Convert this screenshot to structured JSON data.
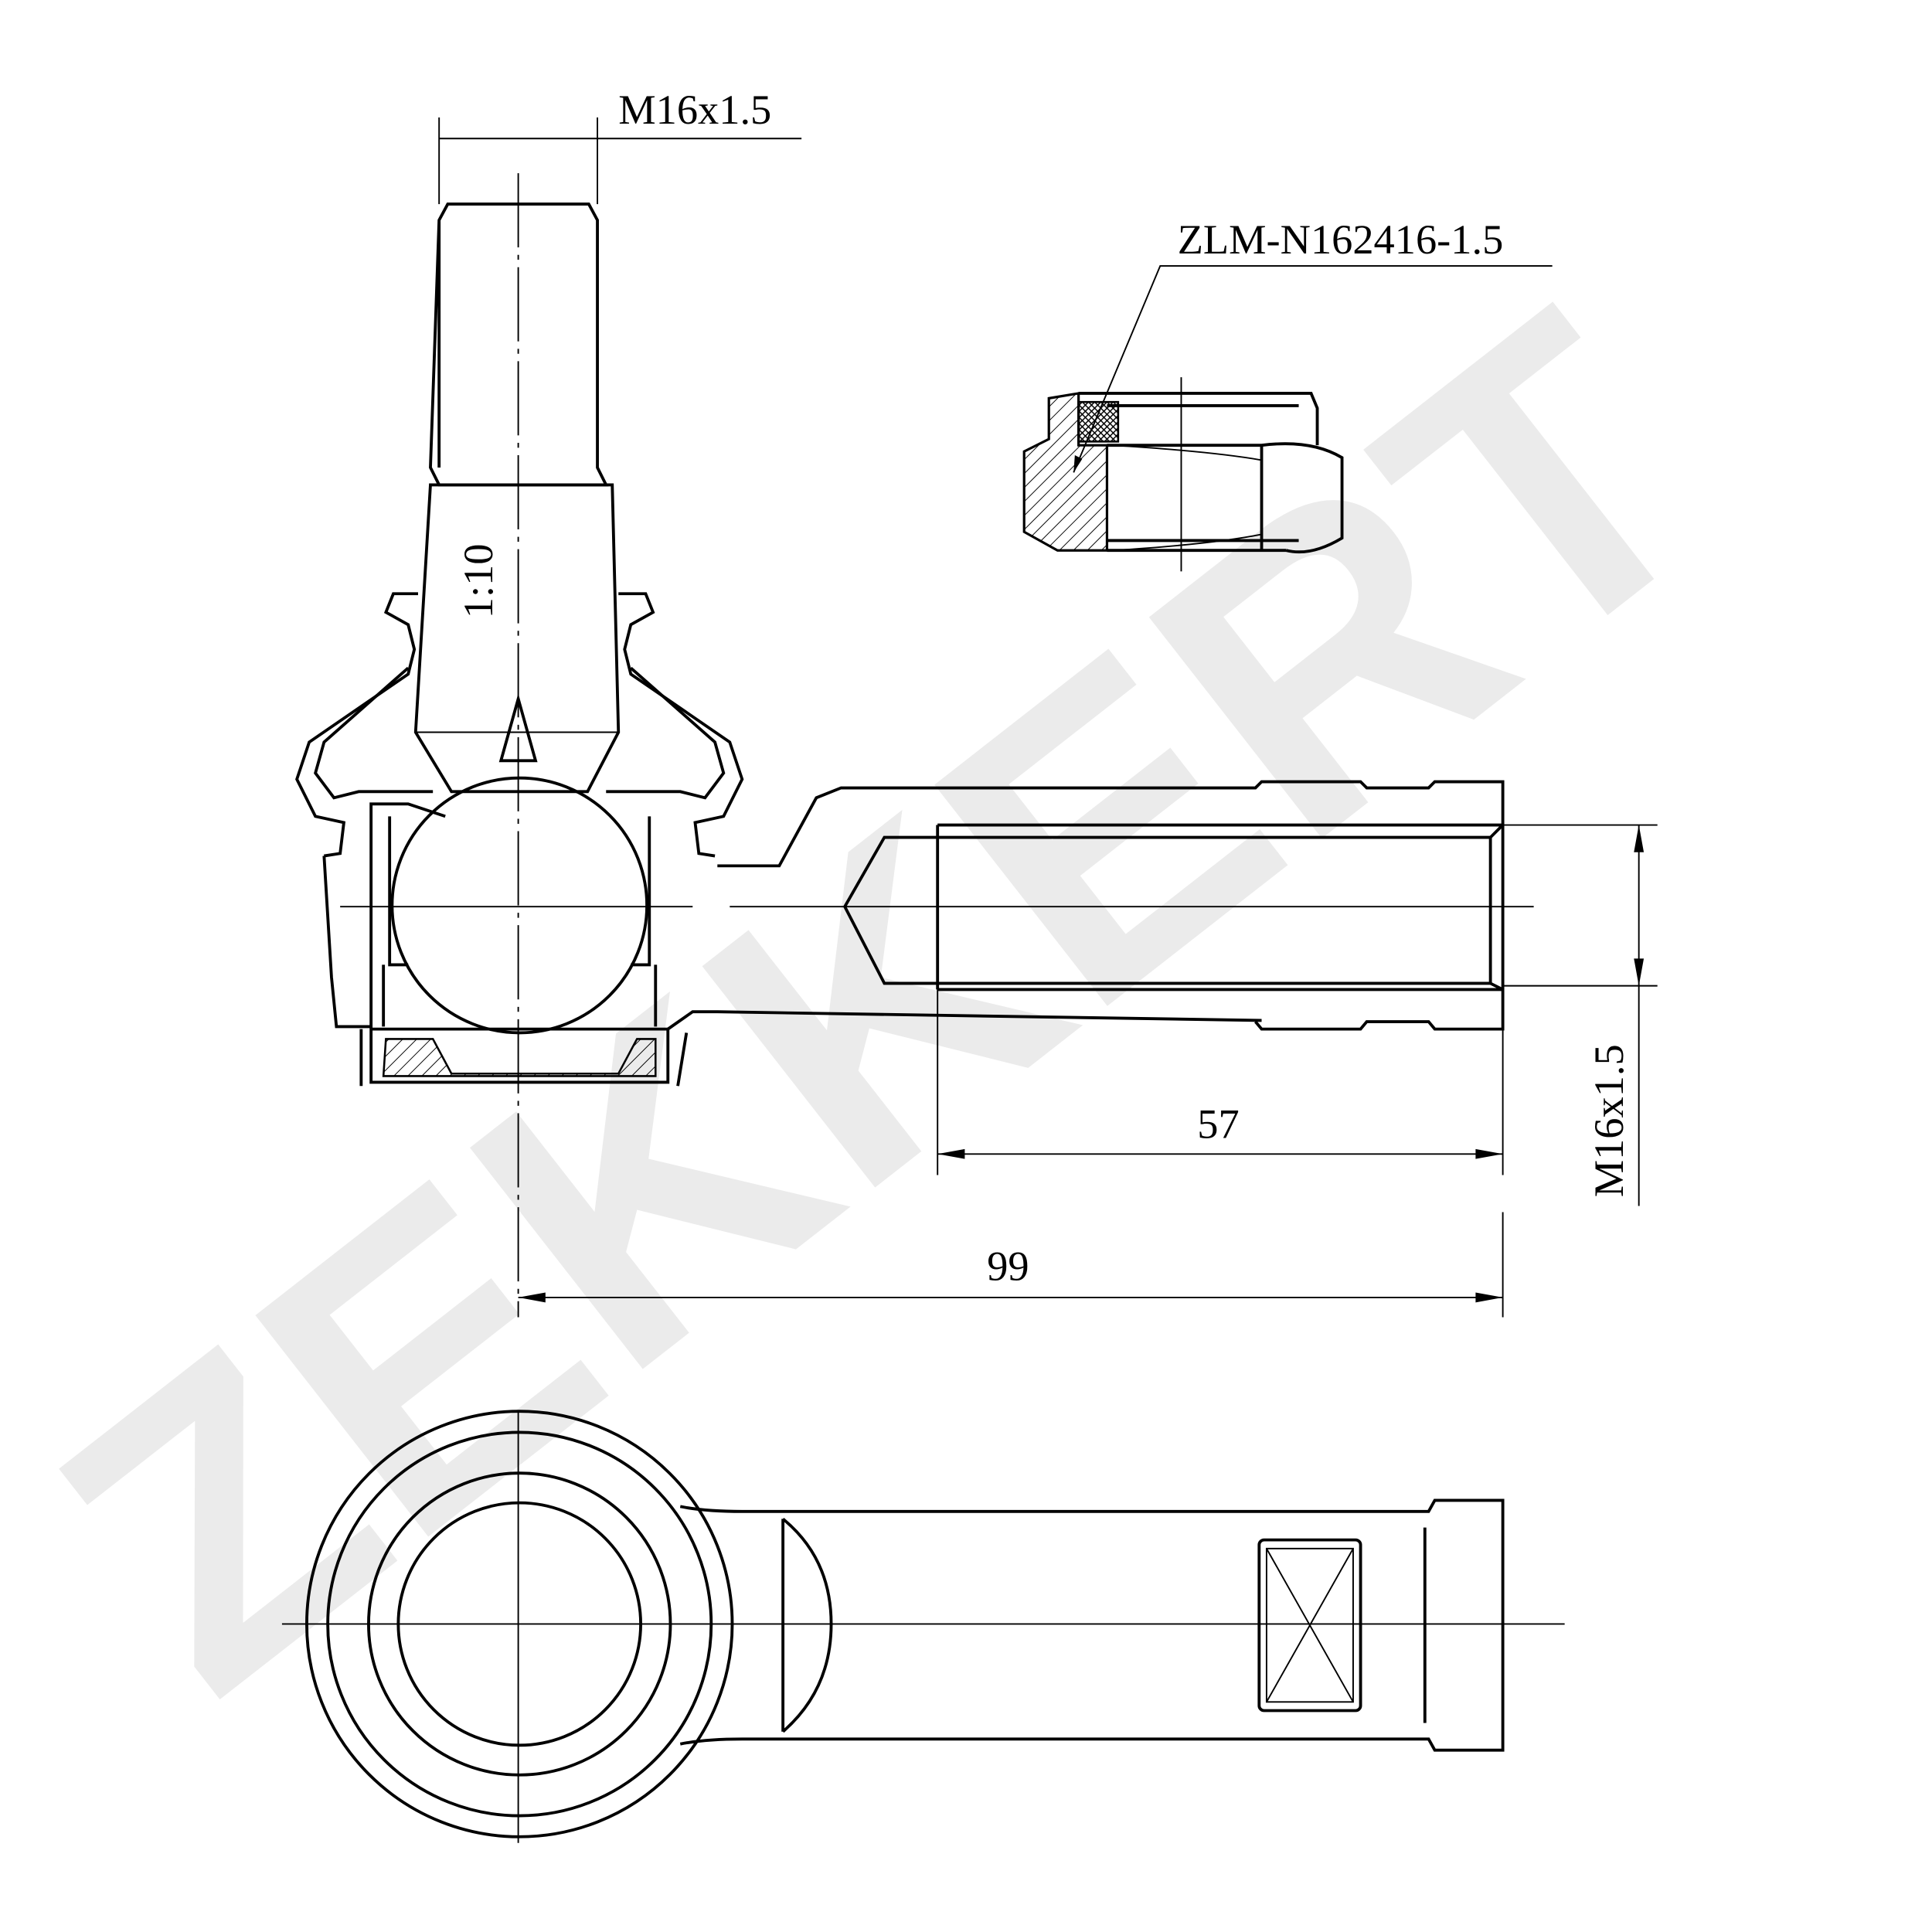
{
  "drawing": {
    "watermark": "ZEKKERT",
    "stud_thread_label": "M16x1.5",
    "nut_part_label": "ZLM-N162416-1.5",
    "taper_label": "1:10",
    "thread_depth_label": "57",
    "overall_length_label": "99",
    "inner_thread_label": "M16x1.5",
    "colors": {
      "line": "#000000",
      "watermark": "#ebebeb"
    }
  }
}
